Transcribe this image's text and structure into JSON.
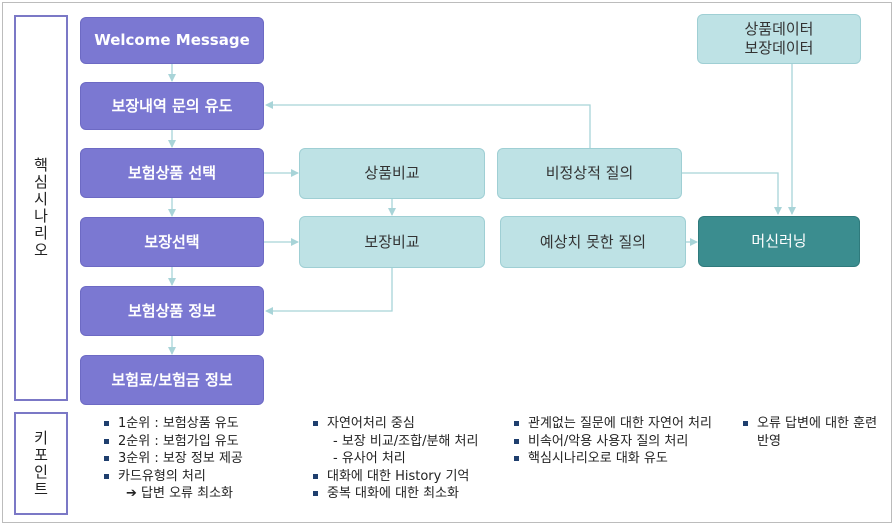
{
  "side_labels": {
    "core": "핵심시나리오",
    "keypoint": "키포인트"
  },
  "flow": {
    "welcome": "Welcome Message",
    "inquiry": "보장내역 문의 유도",
    "product_select": "보험상품 선택",
    "coverage_select": "보장선택",
    "product_info": "보험상품 정보",
    "premium_info": "보험료/보험금 정보"
  },
  "compare": {
    "product": "상품비교",
    "coverage": "보장비교"
  },
  "queries": {
    "atypical": "비정상적 질의",
    "unexpected": "예상치 못한 질의"
  },
  "data_source": {
    "line1": "상품데이터",
    "line2": "보장데이터"
  },
  "ml": "머신러닝",
  "keypoints": {
    "col1": [
      {
        "kind": "b",
        "text": "1순위 : 보험상품 유도"
      },
      {
        "kind": "b",
        "text": "2순위 : 보험가입 유도"
      },
      {
        "kind": "b",
        "text": "3순위 : 보장 정보 제공"
      },
      {
        "kind": "b",
        "text": "카드유형의 처리"
      },
      {
        "kind": "ar",
        "text": "➔ 답변 오류 최소화"
      }
    ],
    "col2": [
      {
        "kind": "b",
        "text": "자연어처리 중심"
      },
      {
        "kind": "s",
        "text": "- 보장 비교/조합/분해 처리"
      },
      {
        "kind": "s",
        "text": "- 유사어 처리"
      },
      {
        "kind": "b",
        "text": "대화에 대한 History 기억"
      },
      {
        "kind": "b",
        "text": "중복 대화에 대한 최소화"
      }
    ],
    "col3": [
      {
        "kind": "b",
        "text": "관계없는 질문에 대한 자연어 처리"
      },
      {
        "kind": "b",
        "text": "비속어/악용 사용자 질의 처리"
      },
      {
        "kind": "b",
        "text": "핵심시나리오로 대화 유도"
      }
    ],
    "col4": [
      {
        "kind": "b",
        "text": "오류 답변에 대한 훈련 반영"
      }
    ]
  }
}
